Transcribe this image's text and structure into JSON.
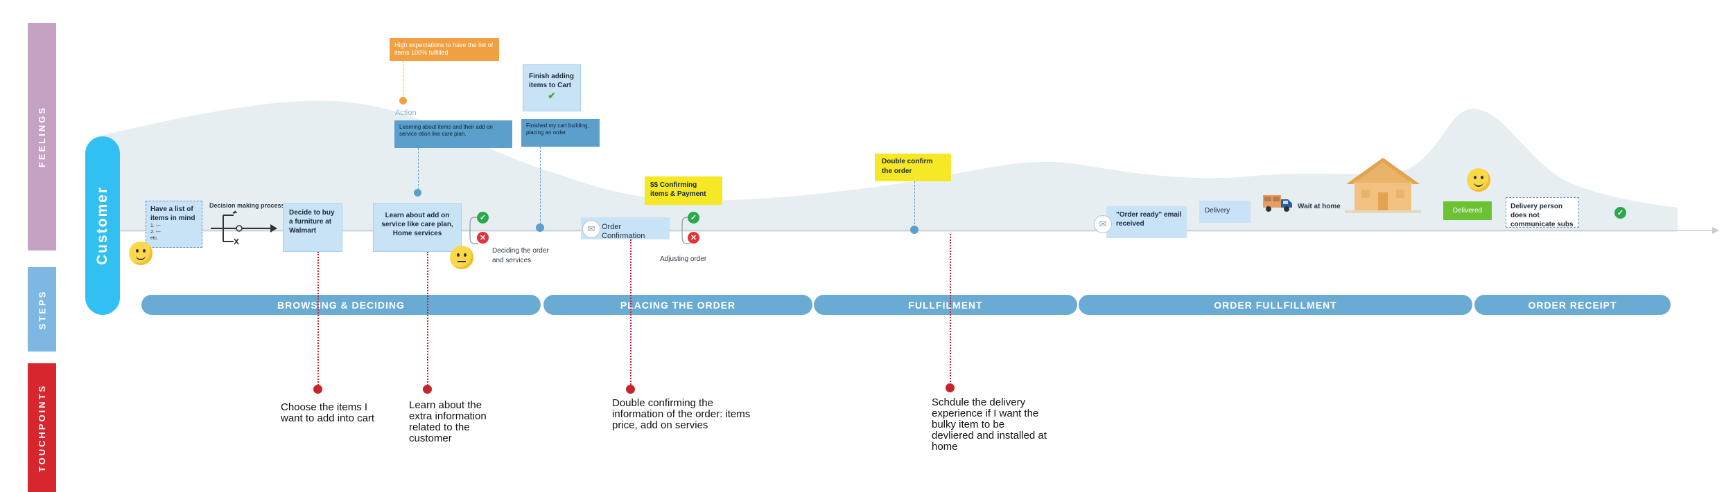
{
  "bands": {
    "feelings": "FEELINGS",
    "steps": "STEPS",
    "touchpoints": "TOUCHPOINTS"
  },
  "persona": "Customer",
  "stages": [
    "BROWSING & DECIDING",
    "PLACING THE ORDER",
    "FULLFILMENT",
    "ORDER FULLFILLMENT",
    "ORDER RECEIPT"
  ],
  "steps": {
    "list": {
      "title": "Have a list of items in mind",
      "items": [
        "1. ---",
        "2. ---",
        "etc."
      ]
    },
    "decision_process": "Decision making process",
    "decide": "Decide to buy a furniture at Walmart",
    "learn": "Learn about add on service like care plan, Home services",
    "deciding": "Deciding the order and services",
    "finish_cart": "Finish adding items to Cart",
    "order_confirmation": "Order Confirmation",
    "adjusting": "Adjusting order",
    "order_ready": "\"Order ready\" email received",
    "delivery": "Delivery",
    "wait_home": "Wait at home",
    "delivered": "Delivered",
    "delivery_person": "Delivery person does not communicate subs"
  },
  "callouts": {
    "expectations": "High expectations to have the list of items 100% fulfilled",
    "action_label": "Action",
    "learning": "Learning about items and their add on service otion like care plan.",
    "finished_cart": "Finished my cart building, placing an order",
    "confirming_payment": "$$ Confirming items & Payment",
    "double_confirm": "Double confirm the order"
  },
  "touchpoints": {
    "choose": "Choose the items I want to add into cart",
    "learn_extra": "Learn about the extra information related to the customer",
    "double_confirm": "Double confirming the information of the order: items price, add on servies",
    "schedule": "Schdule the delivery experience if I want the bulky item to be devliered and installed at home"
  },
  "colors": {
    "feelings_band": "#c5a2c3",
    "steps_band": "#7eb8e2",
    "touchpoints_band": "#d7262d",
    "persona": "#32c0f2",
    "stage_bar": "#6aabd3",
    "note_fill": "#c9e3f6",
    "orange_callout": "#f0a041",
    "blue_callout": "#5b9fcd",
    "yellow_callout": "#f6e824",
    "delivered": "#6cc235",
    "touchpoint_line": "#c8232b",
    "feelings_area": "#e6eef2"
  },
  "icons": [
    "smile-icon",
    "neutral-face-icon",
    "check-icon",
    "cross-icon",
    "mail-icon",
    "truck-icon",
    "house-icon",
    "decision-tree-icon",
    "arrow-right-icon"
  ]
}
